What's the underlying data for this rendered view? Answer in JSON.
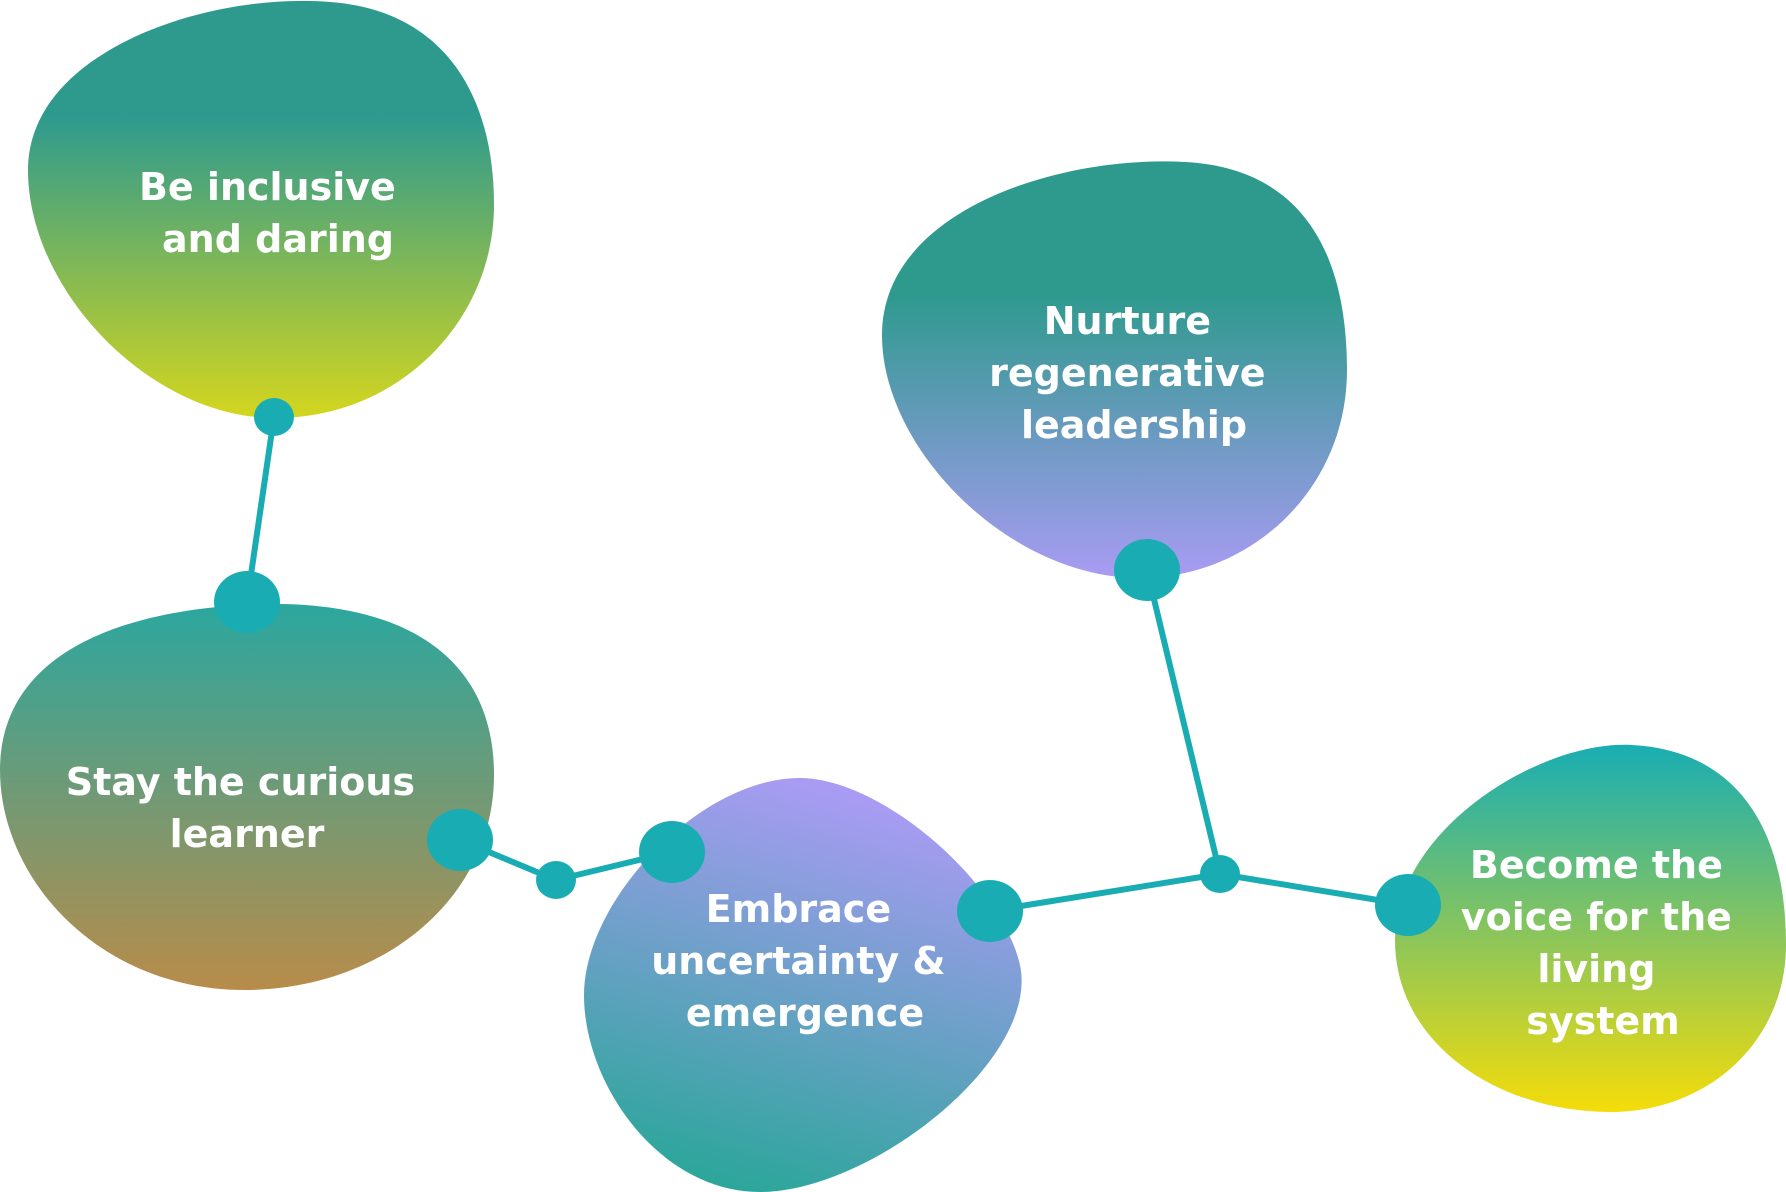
{
  "diagram": {
    "colors": {
      "connector": "#19adb3",
      "label": "#ffffff",
      "teal": "#2e9a8e",
      "lime": "#d4d61e",
      "ochre": "#b88c4a",
      "lavender": "#a99bf3",
      "yellow": "#f4dc0a"
    },
    "nodes": [
      {
        "id": "inclusive",
        "lines": [
          "Be inclusive",
          "and daring"
        ]
      },
      {
        "id": "curious",
        "lines": [
          "Stay the curious",
          "learner"
        ]
      },
      {
        "id": "embrace",
        "lines": [
          "Embrace",
          "uncertainty &",
          "emergence"
        ]
      },
      {
        "id": "nurture",
        "lines": [
          "Nurture",
          "regenerative",
          "leadership"
        ]
      },
      {
        "id": "voice",
        "lines": [
          "Become the",
          "voice for the",
          "living",
          "system"
        ]
      }
    ]
  }
}
